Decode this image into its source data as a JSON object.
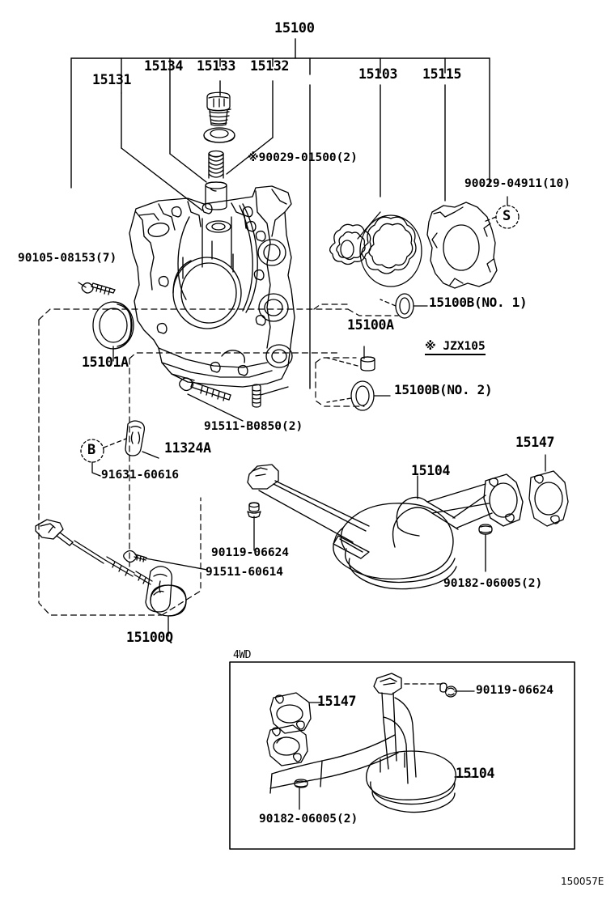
{
  "diagram": {
    "title": "Engine Oil Pump Assembly Exploded Parts Diagram",
    "footer_code": "150057E",
    "inset_label": "4WD",
    "note_marker": "※",
    "note_text": "JZX105",
    "circle_markers": {
      "s": "S",
      "b": "B"
    }
  },
  "labels": {
    "main_assembly": "15100",
    "body": "15131",
    "plunger": "15134",
    "spring": "15133",
    "plug": "15132",
    "rotor_set": "15103",
    "cover": "15115",
    "plug_bolt": "90029-01500",
    "plug_bolt_qty": "(2)",
    "cover_bolt": "90029-04911",
    "cover_bolt_qty": "(10)",
    "stud": "90105-08153",
    "stud_qty": "(7)",
    "oil_seal": "15101A",
    "gasket_b1": "15100B",
    "gasket_b1_no": "(NO. 1)",
    "gasket_a": "15100A",
    "gasket_b2": "15100B",
    "gasket_b2_no": "(NO. 2)",
    "bolt_b0850": "91511-B0850",
    "bolt_b0850_qty": "(2)",
    "bracket": "11324A",
    "bolt_60616": "91631-60616",
    "dipstick": "15100Q",
    "strainer": "15104",
    "strainer_gasket": "15147",
    "bolt_06624": "90119-06624",
    "bolt_60614": "91511-60614",
    "nut_06005": "90182-06005",
    "nut_06005_qty": "(2)",
    "inset_gasket": "15147",
    "inset_strainer": "15104",
    "inset_bolt_06624": "90119-06624",
    "inset_nut_06005": "90182-06005",
    "inset_nut_06005_qty": "(2)"
  }
}
